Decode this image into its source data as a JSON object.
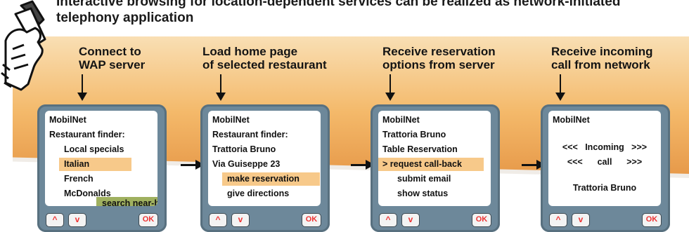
{
  "title": "Interactive browsing for location-dependent services can be realized as network-initiated telephony application",
  "steps": [
    {
      "label_l1": "Connect to",
      "label_l2": "WAP server"
    },
    {
      "label_l1": "Load home page",
      "label_l2": "of selected restaurant"
    },
    {
      "label_l1": "Receive reservation",
      "label_l2": "options from server"
    },
    {
      "label_l1": "Receive incoming",
      "label_l2": "call from network"
    }
  ],
  "phones": [
    {
      "lines": [
        "MobilNet",
        "Restaurant finder:",
        "Local specials",
        "Italian",
        "French",
        "McDonalds",
        "search near-by"
      ]
    },
    {
      "lines": [
        "MobilNet",
        "Restaurant finder:",
        "Trattoria Bruno",
        "Via Guiseppe 23",
        "make reservation",
        "give directions"
      ]
    },
    {
      "lines": [
        "MobilNet",
        "Trattoria Bruno",
        "Table Reservation",
        "> request call-back",
        "submit email",
        "show status",
        "......"
      ]
    },
    {
      "lines": [
        "MobilNet",
        "<<<   Incoming   >>>",
        "<<<      call      >>>",
        "Trattoria Bruno"
      ]
    }
  ],
  "keys": {
    "up": "^",
    "down": "v",
    "ok": "OK"
  },
  "colors": {
    "band": "#f4b96a",
    "phone": "#6d889a",
    "highlight": "#f7c98a",
    "highlight_green": "#9fb05f"
  }
}
